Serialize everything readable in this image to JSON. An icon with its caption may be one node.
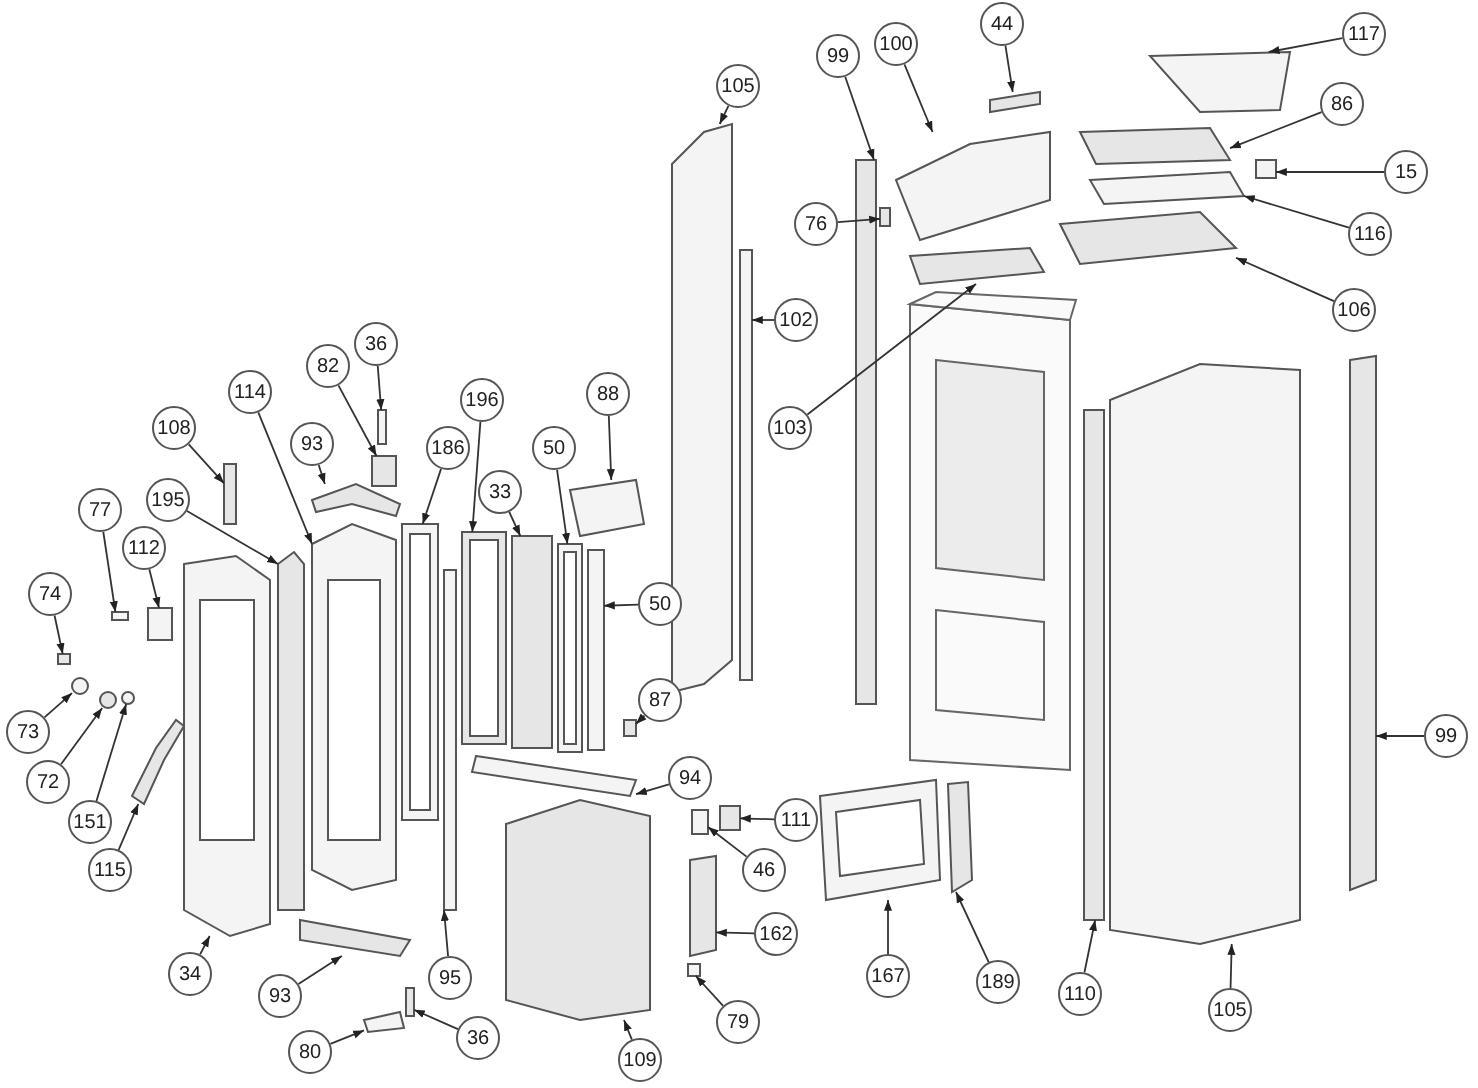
{
  "diagram": {
    "nodes": [
      {
        "text": [
          "117"
        ]
      },
      {
        "text": [
          "44"
        ]
      },
      {
        "text": [
          "100"
        ]
      },
      {
        "text": [
          "99"
        ]
      },
      {
        "text": [
          "105"
        ]
      },
      {
        "text": [
          "86"
        ]
      },
      {
        "text": [
          "15"
        ]
      },
      {
        "text": [
          "76"
        ]
      },
      {
        "text": [
          "116"
        ]
      },
      {
        "text": [
          "106"
        ]
      },
      {
        "text": [
          "102"
        ]
      },
      {
        "text": [
          "103"
        ]
      },
      {
        "text": [
          "36"
        ]
      },
      {
        "text": [
          "82"
        ]
      },
      {
        "text": [
          "88"
        ]
      },
      {
        "text": [
          "196"
        ]
      },
      {
        "text": [
          "114"
        ]
      },
      {
        "text": [
          "93"
        ]
      },
      {
        "text": [
          "186"
        ]
      },
      {
        "text": [
          "108"
        ]
      },
      {
        "text": [
          "50"
        ]
      },
      {
        "text": [
          "33"
        ]
      },
      {
        "text": [
          "77"
        ]
      },
      {
        "text": [
          "195"
        ]
      },
      {
        "text": [
          "112"
        ]
      },
      {
        "text": [
          "74"
        ]
      },
      {
        "text": [
          "50"
        ]
      },
      {
        "text": [
          "87"
        ]
      },
      {
        "text": [
          "73"
        ]
      },
      {
        "text": [
          "72"
        ]
      },
      {
        "text": [
          "94"
        ]
      },
      {
        "text": [
          "111"
        ]
      },
      {
        "text": [
          "151"
        ]
      },
      {
        "text": [
          "115"
        ]
      },
      {
        "text": [
          "46"
        ]
      },
      {
        "text": [
          "162"
        ]
      },
      {
        "text": [
          "34"
        ]
      },
      {
        "text": [
          "93"
        ]
      },
      {
        "text": [
          "95"
        ]
      },
      {
        "text": [
          "109"
        ]
      },
      {
        "text": [
          "80"
        ]
      },
      {
        "text": [
          "36"
        ]
      },
      {
        "text": [
          "167"
        ]
      },
      {
        "text": [
          "189"
        ]
      },
      {
        "text": [
          "79"
        ]
      },
      {
        "text": [
          "110"
        ]
      },
      {
        "text": [
          "105"
        ]
      },
      {
        "text": [
          "99"
        ]
      },
      {
        "text": [],
        "shape": "box"
      },
      {
        "text": [],
        "shape": "box"
      },
      {
        "text": [],
        "shape": "box"
      },
      {
        "text": [],
        "shape": "box"
      },
      {
        "text": [],
        "shape": "box"
      },
      {
        "text": [],
        "shape": "box"
      },
      {
        "text": [],
        "shape": "box"
      },
      {
        "text": [],
        "shape": "box"
      },
      {
        "text": [],
        "shape": "box"
      },
      {
        "text": [],
        "shape": "box"
      },
      {
        "text": [],
        "shape": "box"
      },
      {
        "text": [],
        "shape": "box"
      },
      {
        "text": [],
        "shape": "box"
      },
      {
        "text": [],
        "shape": "box"
      },
      {
        "text": [],
        "shape": "box"
      },
      {
        "text": [],
        "shape": "box"
      },
      {
        "text": [],
        "shape": "box"
      },
      {
        "text": [],
        "shape": "box"
      },
      {
        "text": [],
        "shape": "box"
      },
      {
        "text": [],
        "shape": "box"
      },
      {
        "text": [],
        "shape": "box"
      },
      {
        "text": [],
        "shape": "box"
      },
      {
        "text": [],
        "shape": "box"
      },
      {
        "text": [],
        "shape": "box"
      },
      {
        "text": [],
        "shape": "box"
      },
      {
        "text": [],
        "shape": "box"
      },
      {
        "text": [],
        "shape": "box"
      },
      {
        "text": [],
        "shape": "box"
      },
      {
        "text": [],
        "shape": "circle"
      },
      {
        "text": [],
        "shape": "circle"
      },
      {
        "text": [],
        "shape": "box"
      },
      {
        "text": [],
        "shape": "box"
      },
      {
        "text": [],
        "shape": "circle"
      },
      {
        "text": [],
        "shape": "box"
      },
      {
        "text": [],
        "shape": "box"
      },
      {
        "text": [],
        "shape": "box"
      },
      {
        "text": [],
        "shape": "box"
      },
      {
        "text": [],
        "shape": "box"
      },
      {
        "text": [],
        "shape": "box"
      },
      {
        "text": [],
        "shape": "box"
      },
      {
        "text": [],
        "shape": "box"
      },
      {
        "text": [],
        "shape": "box"
      },
      {
        "text": [],
        "shape": "box"
      },
      {
        "text": [],
        "shape": "box"
      },
      {
        "text": [],
        "shape": "box"
      },
      {
        "text": [],
        "shape": "box"
      },
      {
        "text": [],
        "shape": "box"
      },
      {
        "text": [],
        "shape": "box"
      }
    ],
    "edges": [
      {
        "from": 0,
        "to": 48,
        "arrow": "to"
      },
      {
        "from": 1,
        "to": 49,
        "arrow": "to"
      },
      {
        "from": 2,
        "to": 50,
        "arrow": "to"
      },
      {
        "from": 3,
        "to": 51,
        "arrow": "to"
      },
      {
        "from": 4,
        "to": 52,
        "arrow": "to"
      },
      {
        "from": 5,
        "to": 53,
        "arrow": "to"
      },
      {
        "from": 6,
        "to": 54,
        "arrow": "to"
      },
      {
        "from": 7,
        "to": 55,
        "arrow": "to"
      },
      {
        "from": 8,
        "to": 56,
        "arrow": "to"
      },
      {
        "from": 9,
        "to": 57,
        "arrow": "to"
      },
      {
        "from": 10,
        "to": 58,
        "arrow": "to"
      },
      {
        "from": 11,
        "to": 59,
        "arrow": "to"
      },
      {
        "from": 12,
        "to": 60,
        "arrow": "to"
      },
      {
        "from": 13,
        "to": 61,
        "arrow": "to"
      },
      {
        "from": 14,
        "to": 62,
        "arrow": "to"
      },
      {
        "from": 15,
        "to": 63,
        "arrow": "to"
      },
      {
        "from": 16,
        "to": 64,
        "arrow": "to"
      },
      {
        "from": 17,
        "to": 65,
        "arrow": "to"
      },
      {
        "from": 18,
        "to": 66,
        "arrow": "to"
      },
      {
        "from": 19,
        "to": 67,
        "arrow": "to"
      },
      {
        "from": 20,
        "to": 68,
        "arrow": "to"
      },
      {
        "from": 21,
        "to": 69,
        "arrow": "to"
      },
      {
        "from": 22,
        "to": 70,
        "arrow": "to"
      },
      {
        "from": 23,
        "to": 71,
        "arrow": "to"
      },
      {
        "from": 24,
        "to": 72,
        "arrow": "to"
      },
      {
        "from": 25,
        "to": 73,
        "arrow": "to"
      },
      {
        "from": 26,
        "to": 74,
        "arrow": "to"
      },
      {
        "from": 27,
        "to": 75,
        "arrow": "to"
      },
      {
        "from": 28,
        "to": 76,
        "arrow": "to"
      },
      {
        "from": 29,
        "to": 77,
        "arrow": "to"
      },
      {
        "from": 30,
        "to": 78,
        "arrow": "to"
      },
      {
        "from": 31,
        "to": 79,
        "arrow": "to"
      },
      {
        "from": 32,
        "to": 80,
        "arrow": "to"
      },
      {
        "from": 33,
        "to": 81,
        "arrow": "to"
      },
      {
        "from": 34,
        "to": 82,
        "arrow": "to"
      },
      {
        "from": 35,
        "to": 83,
        "arrow": "to"
      },
      {
        "from": 36,
        "to": 84,
        "arrow": "to"
      },
      {
        "from": 37,
        "to": 85,
        "arrow": "to"
      },
      {
        "from": 38,
        "to": 86,
        "arrow": "to"
      },
      {
        "from": 39,
        "to": 87,
        "arrow": "to"
      },
      {
        "from": 40,
        "to": 88,
        "arrow": "to"
      },
      {
        "from": 41,
        "to": 89,
        "arrow": "to"
      },
      {
        "from": 42,
        "to": 90,
        "arrow": "to"
      },
      {
        "from": 43,
        "to": 91,
        "arrow": "to"
      },
      {
        "from": 44,
        "to": 92,
        "arrow": "to"
      },
      {
        "from": 45,
        "to": 93,
        "arrow": "to"
      },
      {
        "from": 46,
        "to": 94,
        "arrow": "to"
      },
      {
        "from": 47,
        "to": 95,
        "arrow": "to"
      }
    ]
  }
}
